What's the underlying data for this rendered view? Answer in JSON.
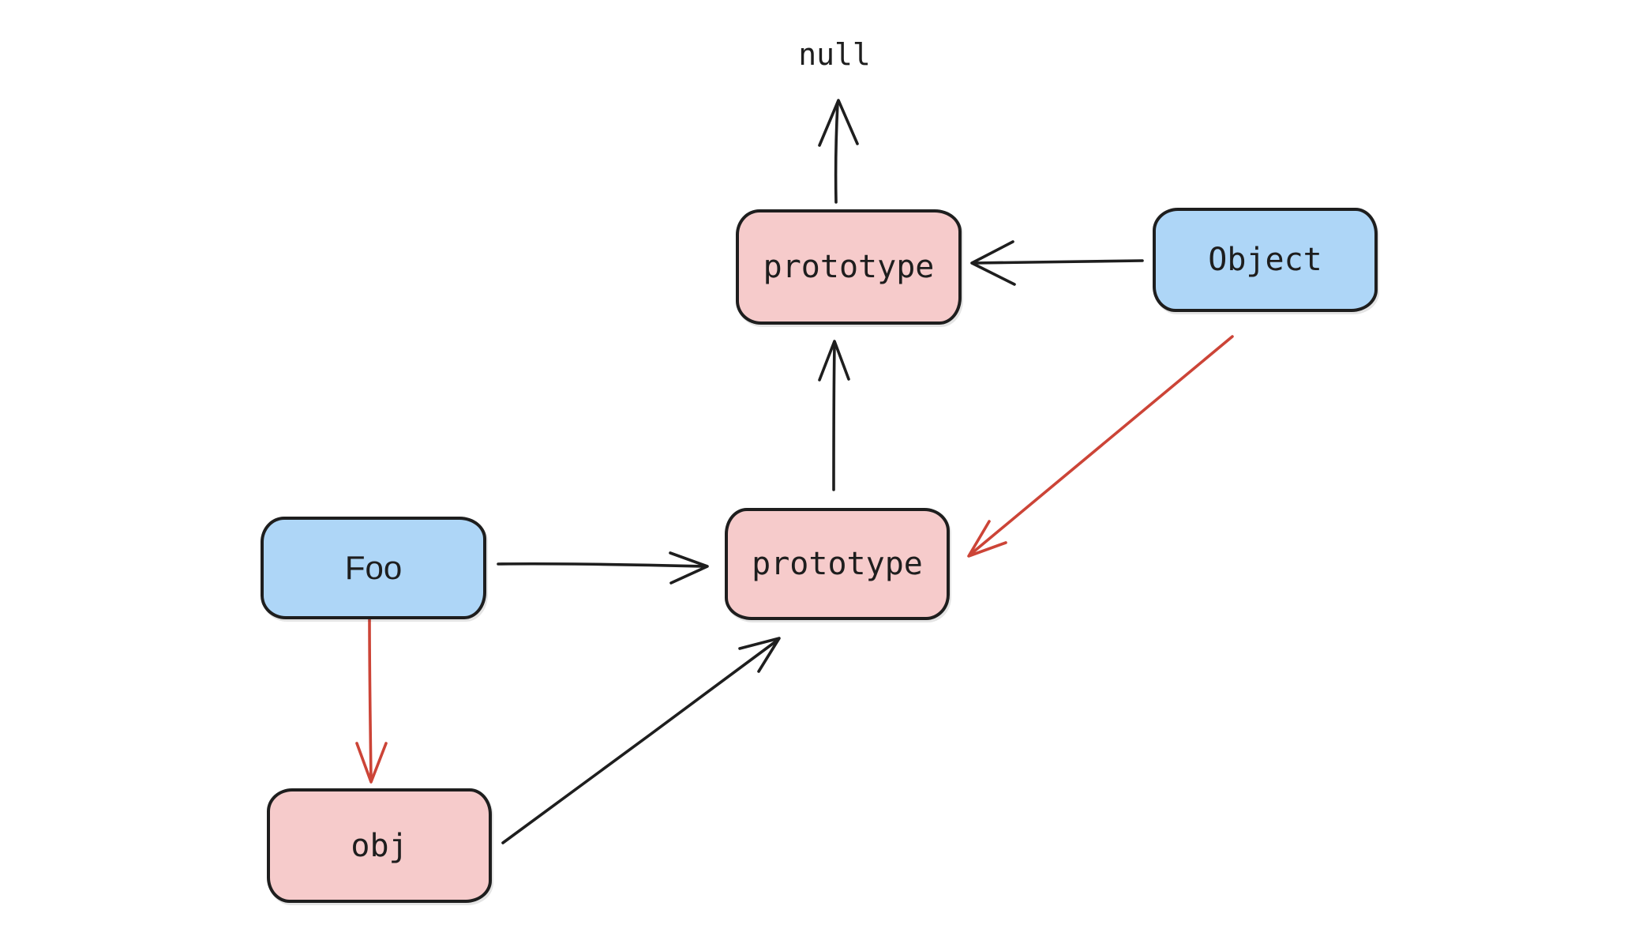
{
  "diagram": {
    "background": "#ffffff",
    "colors": {
      "node_border": "#1e1e1e",
      "text": "#1e1e1e",
      "pink_fill": "#f6cbcb",
      "blue_fill": "#aed6f7",
      "black_arrow": "#1e1e1e",
      "red_arrow": "#cc4437"
    },
    "nodes": [
      {
        "id": "null",
        "label": "null",
        "kind": "text",
        "color": "none"
      },
      {
        "id": "prototype-top",
        "label": "prototype",
        "kind": "box",
        "color": "pink"
      },
      {
        "id": "object",
        "label": "Object",
        "kind": "box",
        "color": "blue"
      },
      {
        "id": "prototype-mid",
        "label": "prototype",
        "kind": "box",
        "color": "pink"
      },
      {
        "id": "foo",
        "label": "Foo",
        "kind": "box",
        "color": "blue"
      },
      {
        "id": "obj",
        "label": "obj",
        "kind": "box",
        "color": "pink"
      }
    ],
    "edges": [
      {
        "from": "prototype-top",
        "to": "null",
        "color": "black"
      },
      {
        "from": "object",
        "to": "prototype-top",
        "color": "black"
      },
      {
        "from": "prototype-mid",
        "to": "prototype-top",
        "color": "black"
      },
      {
        "from": "foo",
        "to": "prototype-mid",
        "color": "black"
      },
      {
        "from": "object",
        "to": "prototype-mid",
        "color": "red"
      },
      {
        "from": "foo",
        "to": "obj",
        "color": "red"
      },
      {
        "from": "obj",
        "to": "prototype-mid",
        "color": "black"
      }
    ]
  }
}
